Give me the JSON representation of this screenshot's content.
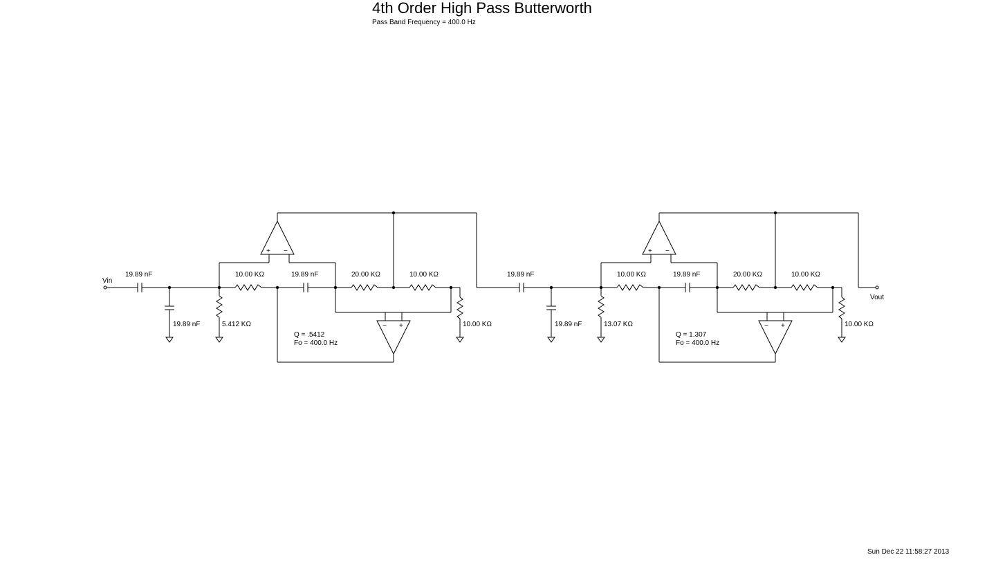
{
  "header": {
    "title": "4th Order High Pass Butterworth",
    "subtitle": "Pass Band Frequency = 400.0 Hz"
  },
  "footer": {
    "timestamp": "Sun Dec 22 11:58:27 2013"
  },
  "terminals": {
    "input": "Vin",
    "output": "Vout"
  },
  "opamp_pins": {
    "plus": "+",
    "minus": "−"
  },
  "stage1": {
    "input_cap": "19.89 nF",
    "shunt_cap": "19.89 nF",
    "shunt_res": "5.412 KΩ",
    "series_res": "10.00 KΩ",
    "series_cap": "19.89 nF",
    "res_20k": "20.00 KΩ",
    "res_10k_a": "10.00 KΩ",
    "res_10k_b": "10.00 KΩ",
    "q": "Q = .5412",
    "fo": "Fo = 400.0 Hz"
  },
  "stage2": {
    "input_cap": "19.89 nF",
    "shunt_cap": "19.89 nF",
    "shunt_res": "13.07 KΩ",
    "series_res": "10.00 KΩ",
    "series_cap": "19.89 nF",
    "res_20k": "20.00 KΩ",
    "res_10k_a": "10.00 KΩ",
    "res_10k_b": "10.00 KΩ",
    "q": "Q = 1.307",
    "fo": "Fo = 400.0 Hz"
  }
}
